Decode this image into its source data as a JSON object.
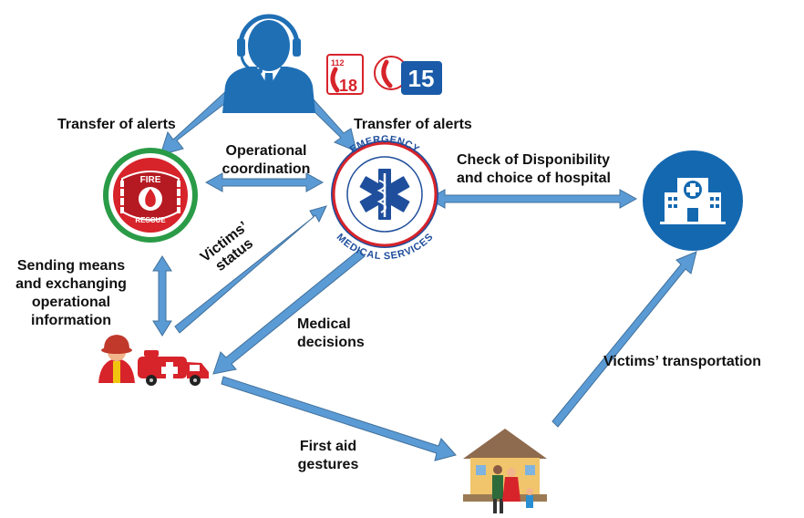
{
  "labels": {
    "transfer_left": "Transfer of alerts",
    "transfer_right": "Transfer of alerts",
    "op_coord_line1": "Operational",
    "op_coord_line2": "coordination",
    "check_line1": "Check of Disponibility",
    "check_line2": "and choice of hospital",
    "sending_line1": "Sending means",
    "sending_line2": "and exchanging",
    "sending_line3": "operational",
    "sending_line4": "information",
    "victims_status_line1": "Victims’",
    "victims_status_line2": "status",
    "medical_line1": "Medical",
    "medical_line2": "decisions",
    "first_aid_line1": "First aid",
    "first_aid_line2": "gestures",
    "transport": "Victims’ transportation"
  },
  "phone_badges": {
    "badge_112": "112",
    "badge_18": "18",
    "badge_15": "15"
  },
  "fire_badge": {
    "top": "FIRE",
    "bottom": "RESCUE"
  },
  "ems_badge": {
    "top": "EMERGENCY",
    "bottom": "MEDICAL SERVICES"
  },
  "colors": {
    "arrow": "#5b9bd5",
    "arrow_stroke": "#41719c",
    "operator": "#1f6fb5",
    "fire_red": "#d7232a",
    "fire_green": "#2a9b47",
    "ems_blue": "#1f4e9c",
    "hospital": "#1468b0",
    "badge_15": "#1a5aa8"
  },
  "icons": [
    "call-center-operator-icon",
    "phone-112-18-icon",
    "phone-15-icon",
    "fire-rescue-badge-icon",
    "ems-star-of-life-icon",
    "hospital-icon",
    "firefighter-icon",
    "ambulance-icon",
    "house-family-icon"
  ]
}
